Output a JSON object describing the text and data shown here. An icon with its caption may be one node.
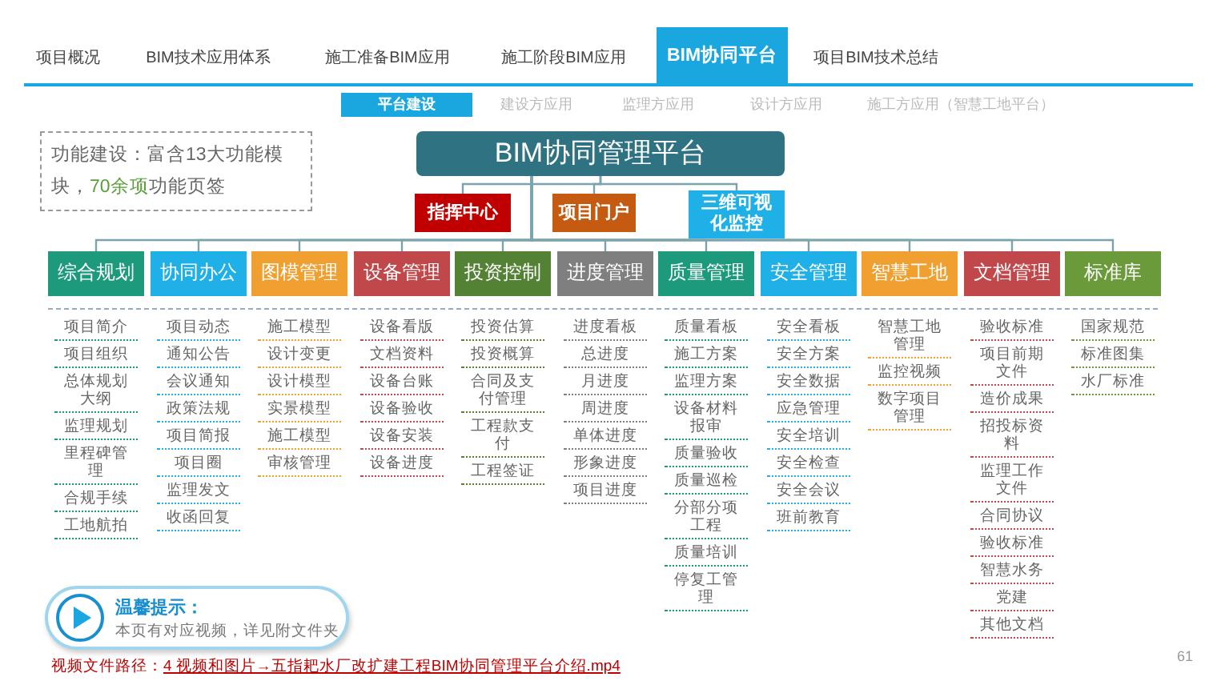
{
  "diagram": {
    "nodes": [
      {
        "text": [
          "BIM协同管理平台"
        ]
      },
      {
        "text": [
          "指挥中心"
        ]
      },
      {
        "text": [
          "项目门户"
        ]
      },
      {
        "text": [
          "三维可视化监控"
        ]
      },
      {
        "text": [
          "综合规划"
        ],
        "beside": [
          "项目简介",
          "项目组织",
          "总体规划大纲",
          "监理规划",
          "里程碑管理",
          "合规手续",
          "工地航拍"
        ]
      },
      {
        "text": [
          "协同办公"
        ],
        "beside": [
          "项目动态",
          "通知公告",
          "会议通知",
          "政策法规",
          "项目简报",
          "项目圈",
          "监理发文",
          "收函回复"
        ]
      },
      {
        "text": [
          "图模管理"
        ],
        "beside": [
          "施工模型",
          "设计变更",
          "设计模型",
          "实景模型",
          "施工模型",
          "审核管理"
        ]
      },
      {
        "text": [
          "设备管理"
        ],
        "beside": [
          "设备看版",
          "文档资料",
          "设备台账",
          "设备验收",
          "设备安装",
          "设备进度"
        ]
      },
      {
        "text": [
          "投资控制"
        ],
        "beside": [
          "投资估算",
          "投资概算",
          "合同及支付管理",
          "工程款支付",
          "工程签证"
        ]
      },
      {
        "text": [
          "进度管理"
        ],
        "beside": [
          "进度看板",
          "总进度",
          "月进度",
          "周进度",
          "单体进度",
          "形象进度",
          "项目进度"
        ]
      },
      {
        "text": [
          "质量管理"
        ],
        "beside": [
          "质量看板",
          "施工方案",
          "监理方案",
          "设备材料报审",
          "质量验收",
          "质量巡检",
          "分部分项工程",
          "质量培训",
          "停复工管理"
        ]
      },
      {
        "text": [
          "安全管理"
        ],
        "beside": [
          "安全看板",
          "安全方案",
          "安全数据",
          "应急管理",
          "安全培训",
          "安全检查",
          "安全会议",
          "班前教育"
        ]
      },
      {
        "text": [
          "智慧工地"
        ],
        "beside": [
          "智慧工地管理",
          "监控视频",
          "数字项目管理"
        ]
      },
      {
        "text": [
          "文档管理"
        ],
        "beside": [
          "验收标准",
          "项目前期文件",
          "造价成果",
          "招投标资料",
          "监理工作文件",
          "合同协议",
          "验收标准",
          "智慧水务",
          "党建",
          "其他文档"
        ]
      },
      {
        "text": [
          "标准库"
        ],
        "beside": [
          "国家规范",
          "标准图集",
          "水厂标准"
        ]
      }
    ],
    "edges": [
      {
        "from": 0,
        "to": 1,
        "arrow": "none"
      },
      {
        "from": 0,
        "to": 2,
        "arrow": "none"
      },
      {
        "from": 0,
        "to": 3,
        "arrow": "none"
      },
      {
        "from": 0,
        "to": 4,
        "arrow": "none"
      },
      {
        "from": 0,
        "to": 5,
        "arrow": "none"
      },
      {
        "from": 0,
        "to": 6,
        "arrow": "none"
      },
      {
        "from": 0,
        "to": 7,
        "arrow": "none"
      },
      {
        "from": 0,
        "to": 8,
        "arrow": "none"
      },
      {
        "from": 0,
        "to": 9,
        "arrow": "none"
      },
      {
        "from": 0,
        "to": 10,
        "arrow": "none"
      },
      {
        "from": 0,
        "to": 11,
        "arrow": "none"
      },
      {
        "from": 0,
        "to": 12,
        "arrow": "none"
      },
      {
        "from": 0,
        "to": 13,
        "arrow": "none"
      },
      {
        "from": 0,
        "to": 14,
        "arrow": "none"
      }
    ],
    "labels": [
      "项目概况",
      "BIM技术应用体系",
      "施工准备BIM应用",
      "施工阶段BIM应用",
      "BIM协同平台",
      "项目BIM技术总结",
      "平台建设",
      "建设方应用",
      "监理方应用",
      "设计方应用",
      "施工方应用（智慧工地平台）",
      "功能建设：富含13大功能模块，**70余项**功能页签",
      "温馨提示：",
      "本页有对应视频，详见附文件夹",
      "视频文件路径：",
      "4 视频和图片→五指耙水厂改扩建工程BIM协同管理平台介绍.mp4",
      "61"
    ]
  }
}
